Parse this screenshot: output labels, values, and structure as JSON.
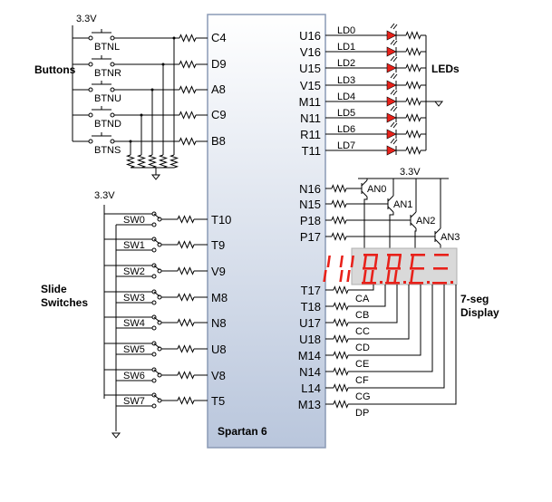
{
  "supply_left_top": "3.3V",
  "supply_left_mid": "3.3V",
  "supply_right": "3.3V",
  "chip_label": "Spartan 6",
  "section_buttons": "Buttons",
  "section_switches_line1": "Slide",
  "section_switches_line2": "Switches",
  "section_leds": "LEDs",
  "section_7seg_line1": "7-seg",
  "section_7seg_line2": "Display",
  "buttons": [
    {
      "label": "BTNL",
      "pin": "C4"
    },
    {
      "label": "BTNR",
      "pin": "D9"
    },
    {
      "label": "BTNU",
      "pin": "A8"
    },
    {
      "label": "BTND",
      "pin": "C9"
    },
    {
      "label": "BTNS",
      "pin": "B8"
    }
  ],
  "switches": [
    {
      "label": "SW0",
      "pin": "T10"
    },
    {
      "label": "SW1",
      "pin": "T9"
    },
    {
      "label": "SW2",
      "pin": "V9"
    },
    {
      "label": "SW3",
      "pin": "M8"
    },
    {
      "label": "SW4",
      "pin": "N8"
    },
    {
      "label": "SW5",
      "pin": "U8"
    },
    {
      "label": "SW6",
      "pin": "V8"
    },
    {
      "label": "SW7",
      "pin": "T5"
    }
  ],
  "leds": [
    {
      "label": "LD0",
      "pin": "U16"
    },
    {
      "label": "LD1",
      "pin": "V16"
    },
    {
      "label": "LD2",
      "pin": "U15"
    },
    {
      "label": "LD3",
      "pin": "V15"
    },
    {
      "label": "LD4",
      "pin": "M11"
    },
    {
      "label": "LD5",
      "pin": "N11"
    },
    {
      "label": "LD6",
      "pin": "R11"
    },
    {
      "label": "LD7",
      "pin": "T11"
    }
  ],
  "anodes": [
    {
      "label": "AN0",
      "pin": "N16"
    },
    {
      "label": "AN1",
      "pin": "N15"
    },
    {
      "label": "AN2",
      "pin": "P18"
    },
    {
      "label": "AN3",
      "pin": "P17"
    }
  ],
  "segments": [
    {
      "label": "CA",
      "pin": "T17"
    },
    {
      "label": "CB",
      "pin": "T18"
    },
    {
      "label": "CC",
      "pin": "U17"
    },
    {
      "label": "CD",
      "pin": "U18"
    },
    {
      "label": "CE",
      "pin": "M14"
    },
    {
      "label": "CF",
      "pin": "N14"
    },
    {
      "label": "CG",
      "pin": "L14"
    },
    {
      "label": "DP",
      "pin": "M13"
    }
  ],
  "colors": {
    "chip_top": "#ffffff",
    "chip_bottom": "#b9c6dc",
    "chip_border": "#8a9ab5",
    "led_red": "#e8211a",
    "display_bg": "#d9d9d9",
    "segment_red": "#e8211a"
  }
}
